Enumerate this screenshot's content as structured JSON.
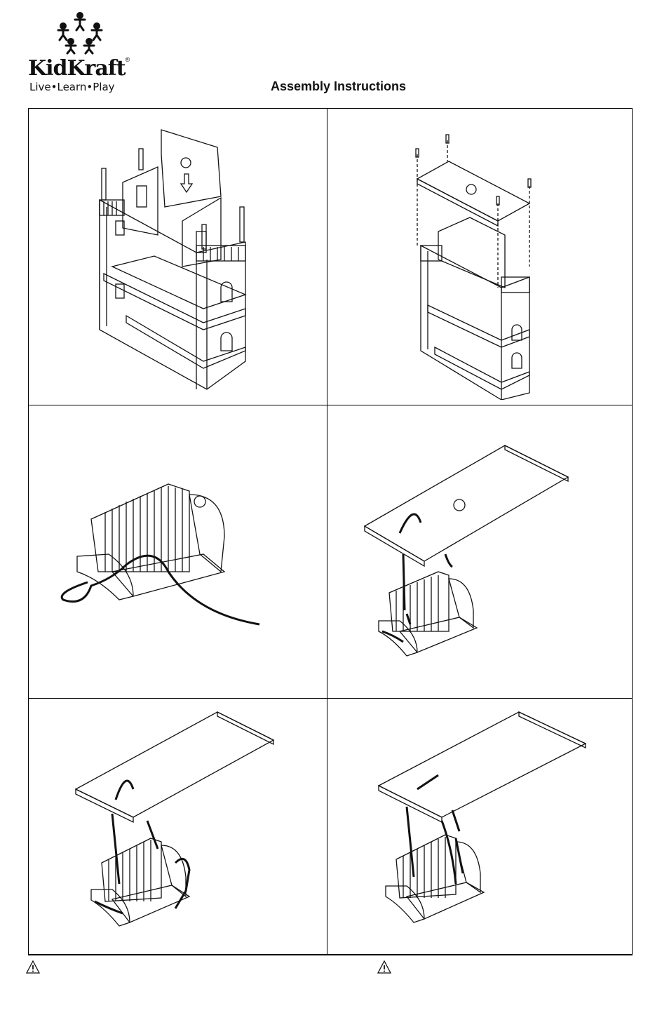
{
  "brand": {
    "name": "KidKraft",
    "registered": "®",
    "tagline": "Live•Learn•Play"
  },
  "document": {
    "title": "Assembly Instructions"
  },
  "steps": [
    {
      "id": "step-1",
      "description": "wall panel inserted with arrow down"
    },
    {
      "id": "step-2",
      "description": "roof panel attached with bolts"
    },
    {
      "id": "step-3",
      "description": "rope threaded through swing seat"
    },
    {
      "id": "step-4",
      "description": "swing seat hung from roof panel"
    },
    {
      "id": "step-5",
      "description": "ropes tied to swing seat"
    },
    {
      "id": "step-6",
      "description": "swing complete"
    }
  ],
  "icons": [
    "warning-icon",
    "warning-icon"
  ]
}
